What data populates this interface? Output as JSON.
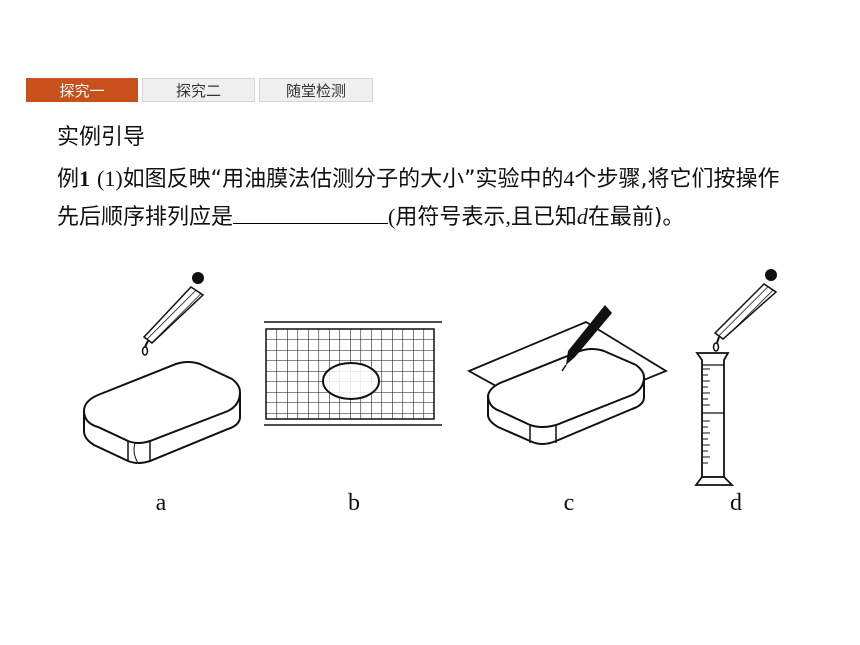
{
  "tabs": [
    {
      "label": "探究一",
      "active": true
    },
    {
      "label": "探究二",
      "active": false
    },
    {
      "label": "随堂检测",
      "active": false
    }
  ],
  "section_title": "实例引导",
  "question": {
    "prefix": "例",
    "number": "1",
    "part": "(1)",
    "text_a": "如图反映“用油膜法估测分子的大小”实验中的",
    "count": "4",
    "text_b": "个步骤,将它们按操作先后顺序排列应是",
    "text_c": "(用符号表示,且已知",
    "known": "d",
    "text_d": "在最前)。"
  },
  "figure": {
    "labels": [
      "a",
      "b",
      "c",
      "d"
    ]
  },
  "colors": {
    "active_tab": "#c8501b",
    "inactive_tab": "#efefef"
  }
}
